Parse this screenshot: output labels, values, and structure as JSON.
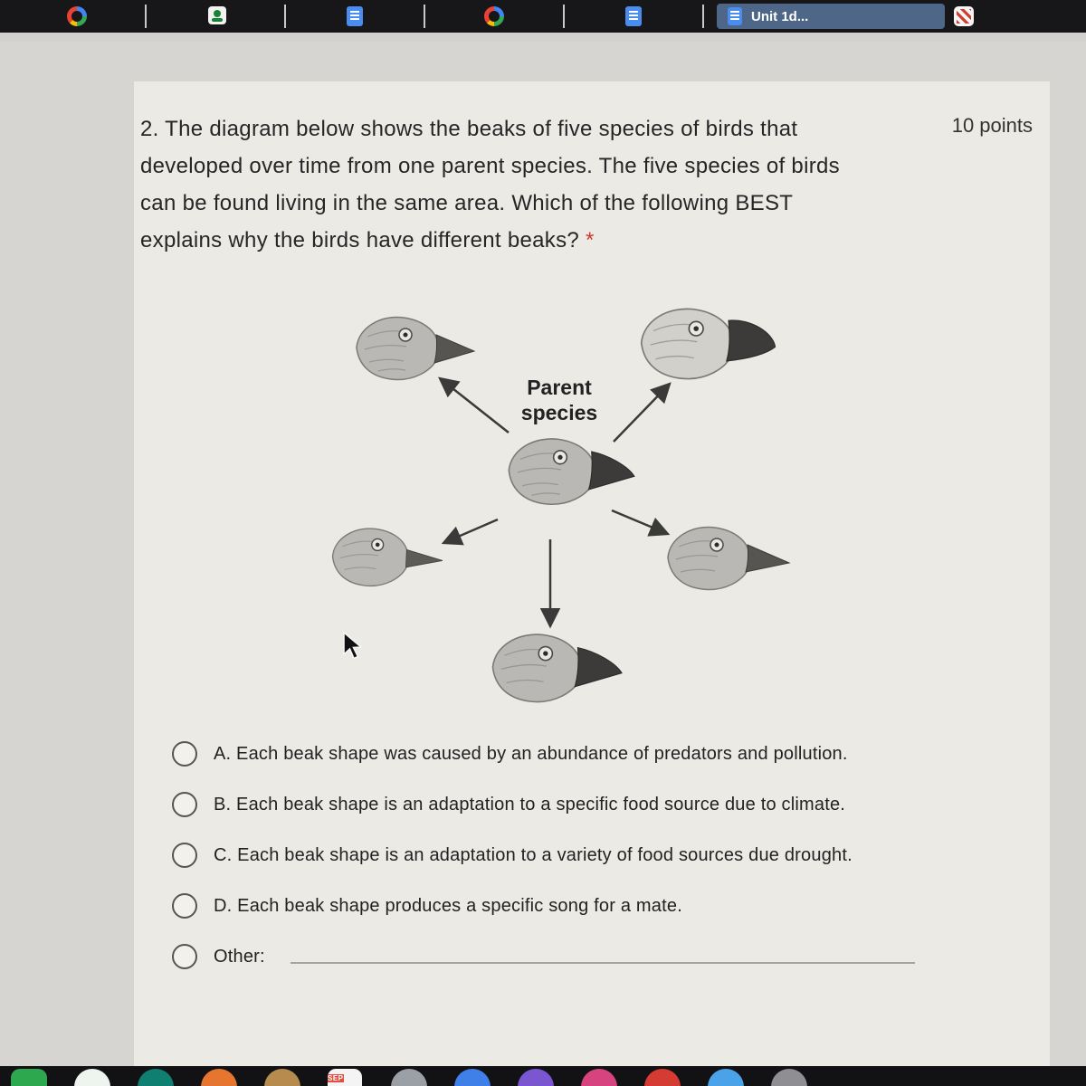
{
  "tabbar": {
    "active_tab_label": "Unit 1d..."
  },
  "question": {
    "lines": [
      "2. The diagram below shows the beaks of five species of birds that",
      "developed over time from one parent species. The five species of birds",
      "can be found living in the same area. Which of the following BEST",
      "explains why the birds have different beaks?"
    ],
    "required_marker": "*",
    "points": "10 points"
  },
  "diagram": {
    "label_line1": "Parent",
    "label_line2": "species"
  },
  "options": [
    "A. Each beak shape was caused by an abundance of predators and pollution.",
    "B. Each beak shape is an adaptation to a specific food source due to climate.",
    "C. Each beak shape is an adaptation to a variety of food sources due drought.",
    "D. Each beak shape produces a specific song for a mate.",
    "Other:"
  ],
  "dock": {
    "calendar_badge": "SEP"
  }
}
